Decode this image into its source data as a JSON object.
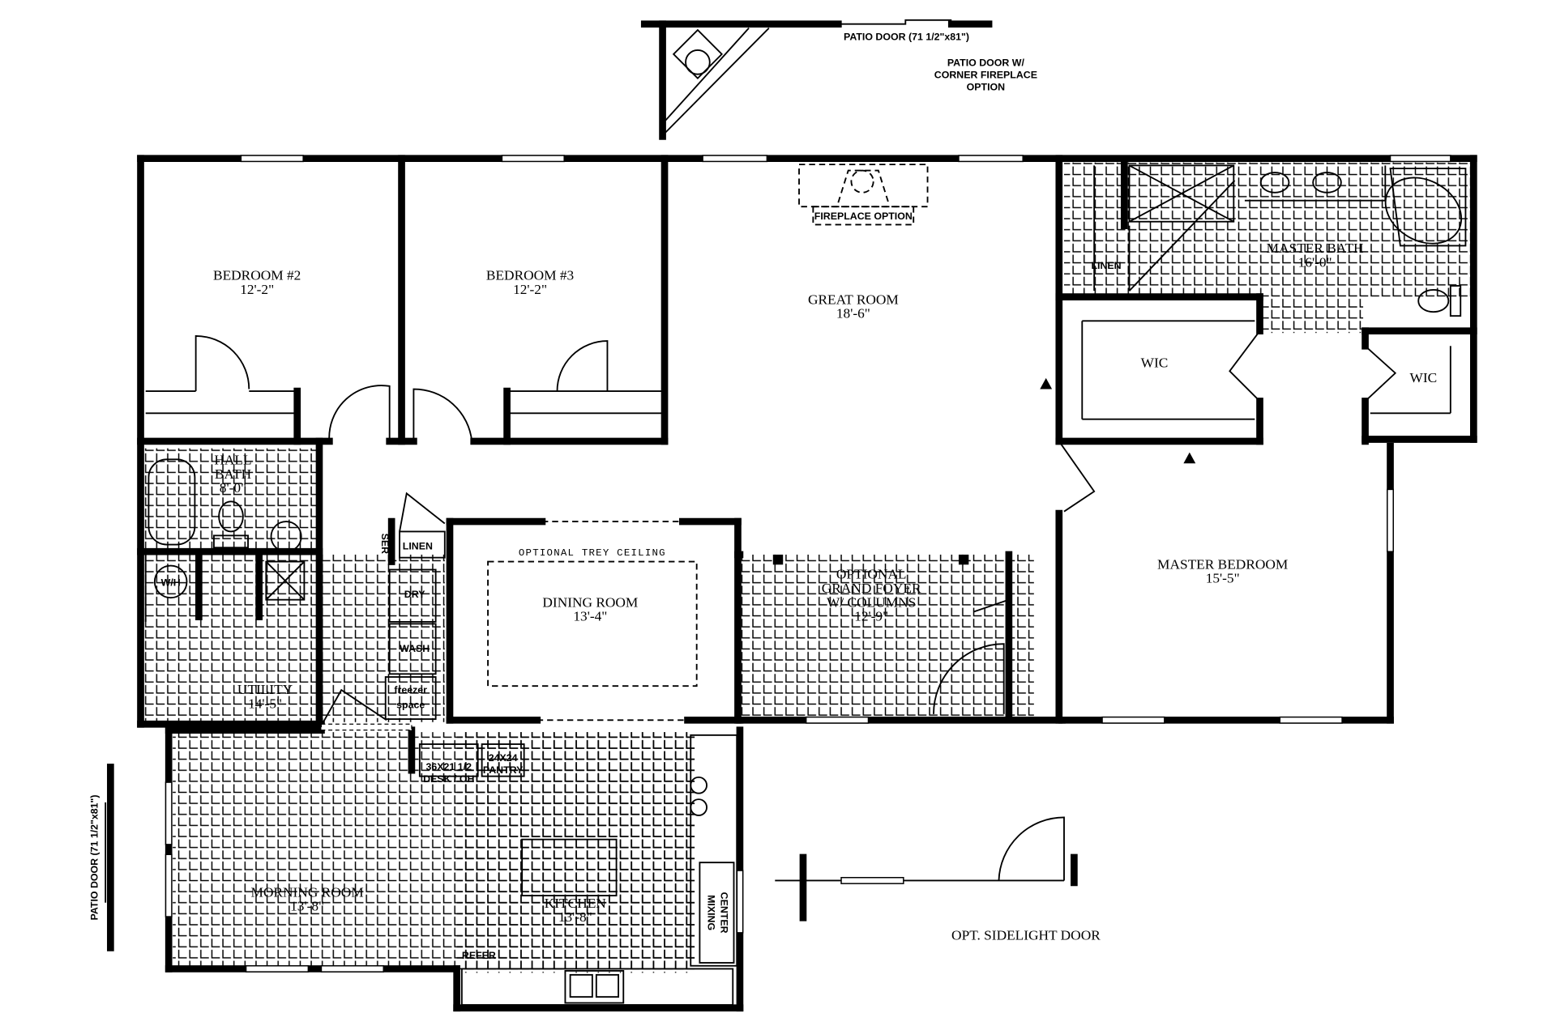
{
  "options": {
    "patio_door_top": "PATIO DOOR (71 1/2\"x81\")",
    "patio_corner_1": "PATIO DOOR W/",
    "patio_corner_2": "CORNER FIREPLACE",
    "patio_corner_3": "OPTION",
    "fireplace": "FIREPLACE OPTION",
    "trey_ceiling": "OPTIONAL TREY CEILING",
    "patio_door_left": "PATIO DOOR (71 1/2\"x81\")",
    "sidelight": "OPT. SIDELIGHT DOOR"
  },
  "rooms": {
    "bedroom2": {
      "name": "BEDROOM #2",
      "size": "12'-2\""
    },
    "bedroom3": {
      "name": "BEDROOM #3",
      "size": "12'-2\""
    },
    "great_room": {
      "name": "GREAT ROOM",
      "size": "18'-6\""
    },
    "master_bath": {
      "name": "MASTER BATH",
      "size": "16'-0\""
    },
    "hall_bath": {
      "name1": "HALL",
      "name2": "BATH",
      "size": "8'-0\""
    },
    "dining": {
      "name": "DINING ROOM",
      "size": "13'-4\""
    },
    "foyer": {
      "name1": "OPTIONAL",
      "name2": "GRAND FOYER",
      "name3": "W/ COLUMNS",
      "size": "12'-9\""
    },
    "master_bedroom": {
      "name": "MASTER BEDROOM",
      "size": "15'-5\""
    },
    "utility": {
      "name": "UTILITY",
      "size": "14'-5\""
    },
    "morning": {
      "name": "MORNING ROOM",
      "size": "13'-8\""
    },
    "kitchen": {
      "name": "KITCHEN",
      "size": "13'-8\""
    },
    "wic1": "WIC",
    "wic2": "WIC"
  },
  "fixtures": {
    "linen_master": "LINEN",
    "linen_hall": "LINEN",
    "ser": "SER",
    "wh": "W/H",
    "dry": "DRY",
    "wash": "WASH",
    "freezer1": "freezer",
    "freezer2": "space",
    "desk1": "36X21 1/2",
    "desk2": "DESK / OH",
    "pantry1": "24X24",
    "pantry2": "PANTRY",
    "mixing1": "MIXING",
    "mixing2": "CENTER",
    "refer": "REFER"
  }
}
